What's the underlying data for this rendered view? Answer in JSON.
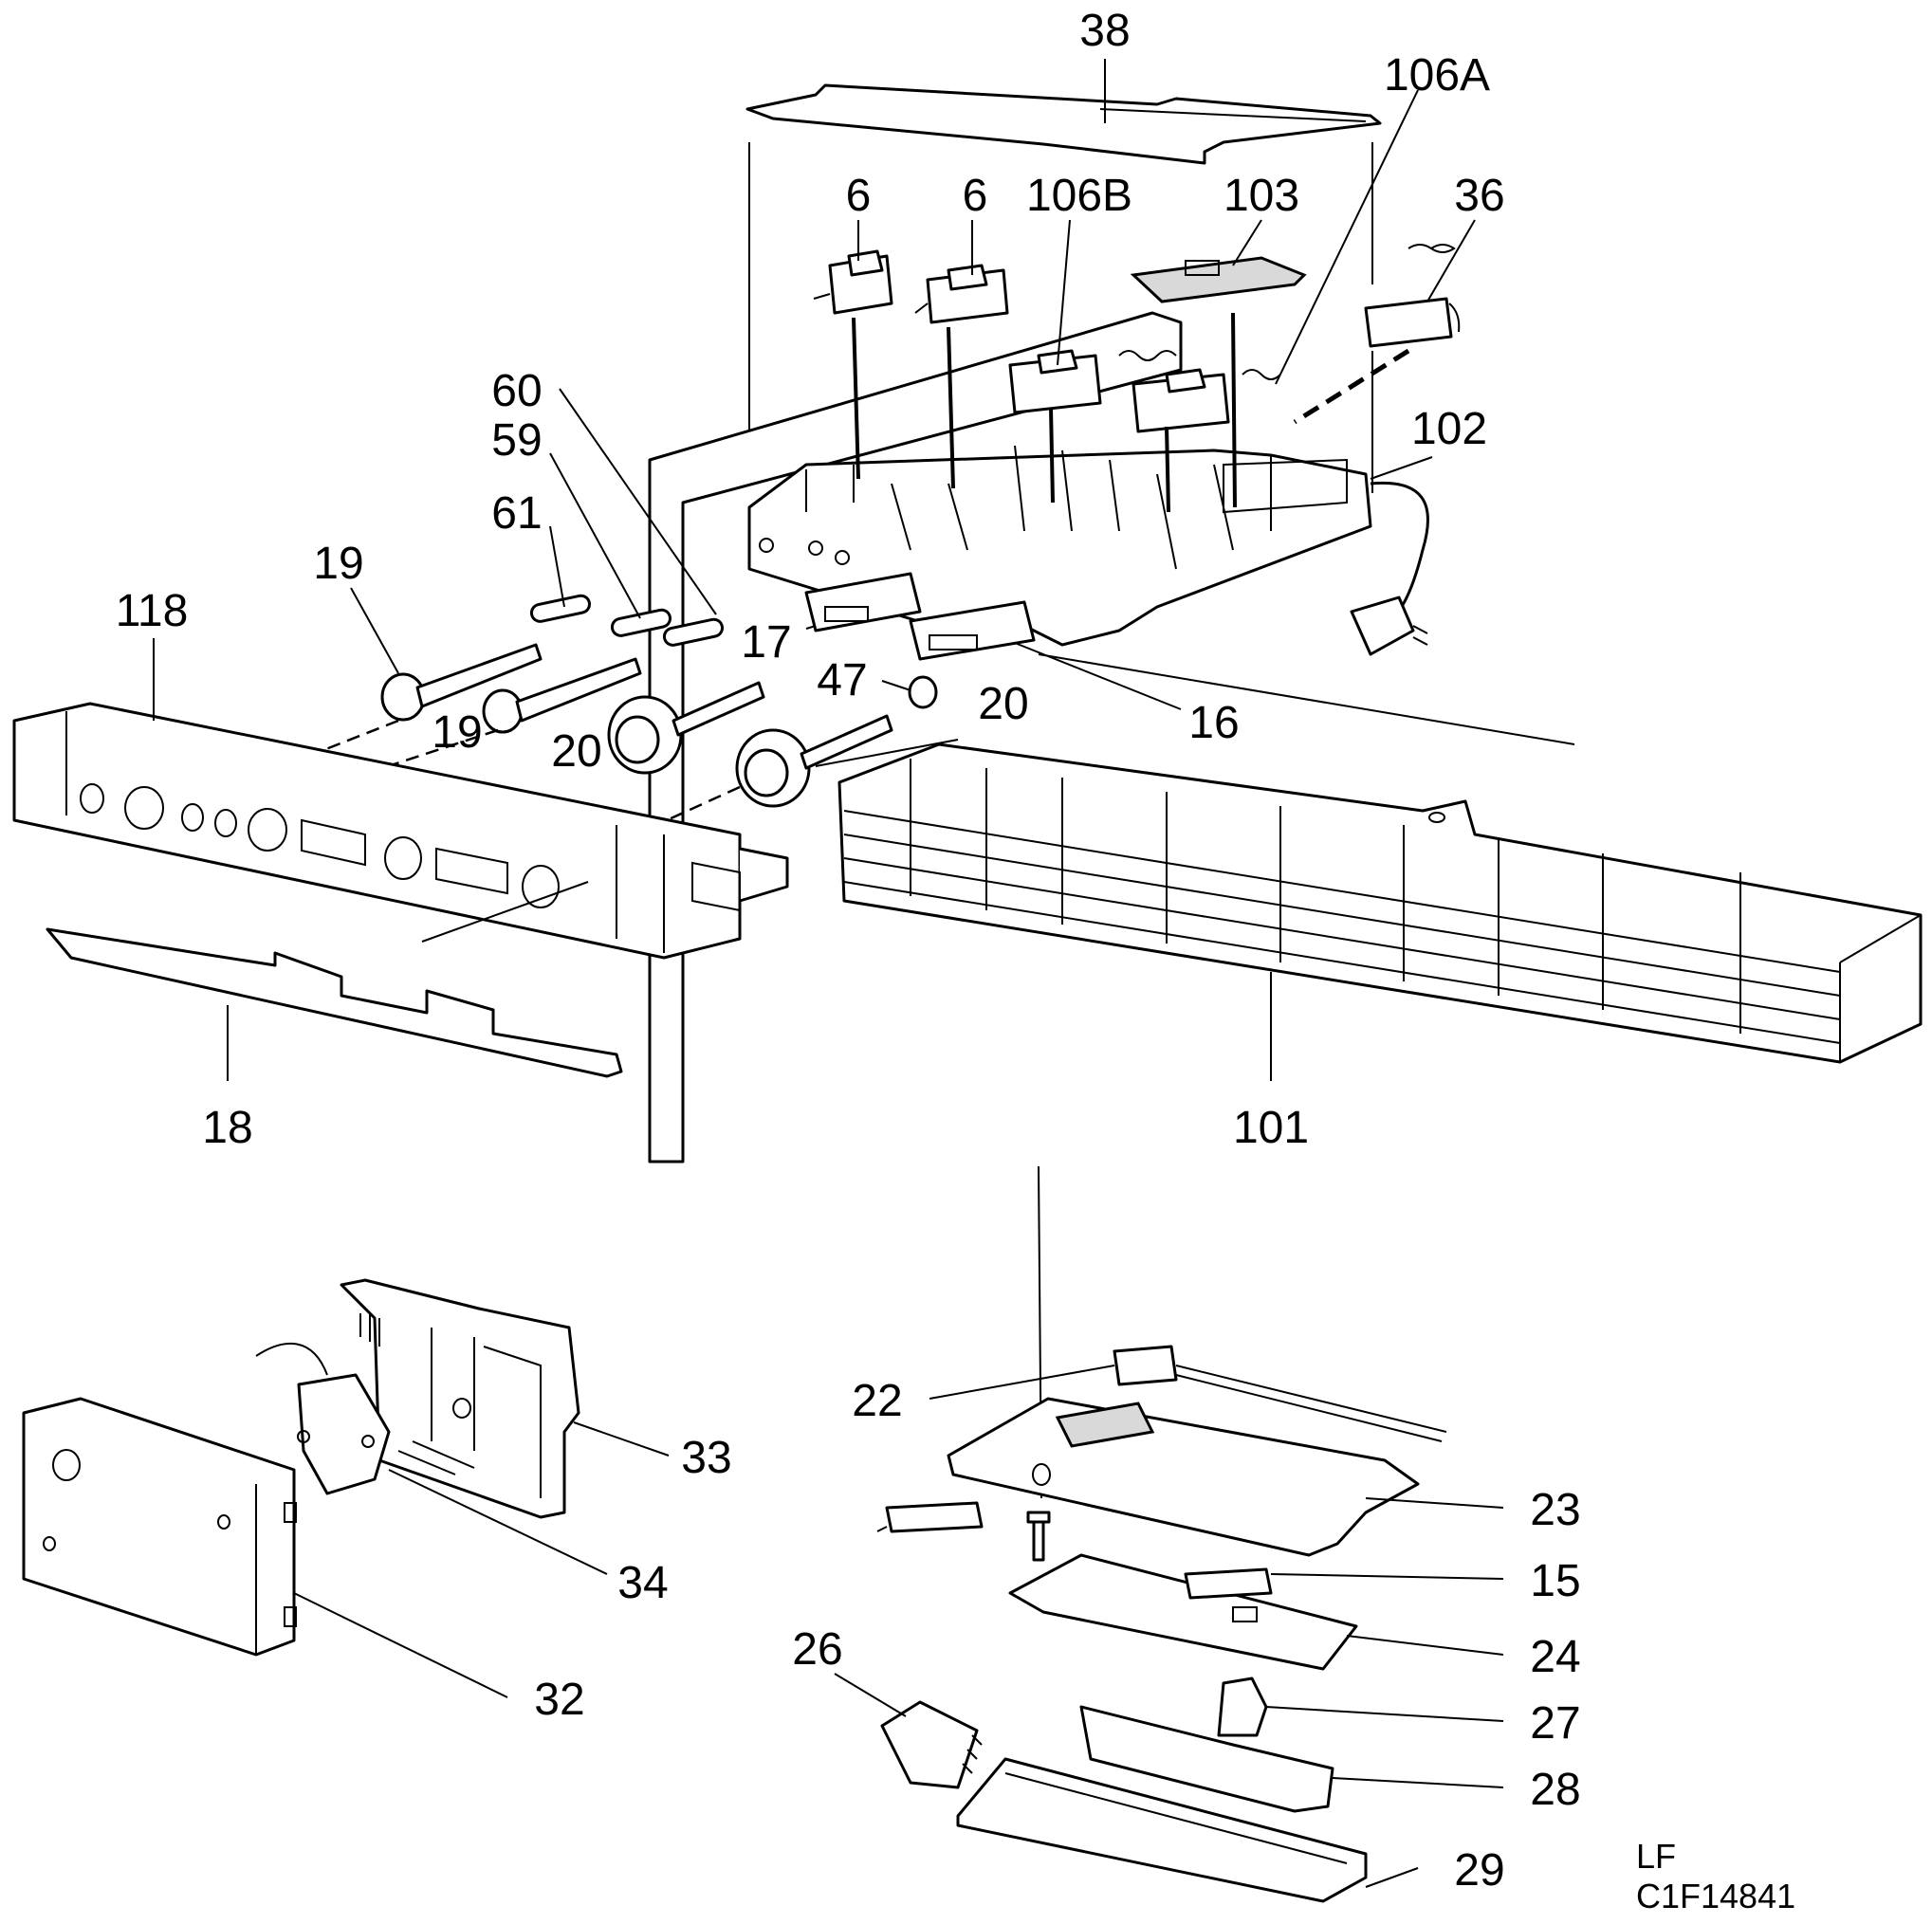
{
  "callouts": [
    {
      "id": "c38",
      "text": "38"
    },
    {
      "id": "c106A",
      "text": "106A"
    },
    {
      "id": "c6a",
      "text": "6"
    },
    {
      "id": "c6b",
      "text": "6"
    },
    {
      "id": "c106B",
      "text": "106B"
    },
    {
      "id": "c103",
      "text": "103"
    },
    {
      "id": "c36",
      "text": "36"
    },
    {
      "id": "c60",
      "text": "60"
    },
    {
      "id": "c59",
      "text": "59"
    },
    {
      "id": "c102",
      "text": "102"
    },
    {
      "id": "c61",
      "text": "61"
    },
    {
      "id": "c19a",
      "text": "19"
    },
    {
      "id": "c118",
      "text": "118"
    },
    {
      "id": "c17",
      "text": "17"
    },
    {
      "id": "c47",
      "text": "47"
    },
    {
      "id": "c20a",
      "text": "20"
    },
    {
      "id": "c19b",
      "text": "19"
    },
    {
      "id": "c20b",
      "text": "20"
    },
    {
      "id": "c16",
      "text": "16"
    },
    {
      "id": "c18",
      "text": "18"
    },
    {
      "id": "c101",
      "text": "101"
    },
    {
      "id": "c22",
      "text": "22"
    },
    {
      "id": "c33",
      "text": "33"
    },
    {
      "id": "c23",
      "text": "23"
    },
    {
      "id": "c34",
      "text": "34"
    },
    {
      "id": "c15",
      "text": "15"
    },
    {
      "id": "c24",
      "text": "24"
    },
    {
      "id": "c26",
      "text": "26"
    },
    {
      "id": "c32",
      "text": "32"
    },
    {
      "id": "c27",
      "text": "27"
    },
    {
      "id": "c28",
      "text": "28"
    },
    {
      "id": "c29",
      "text": "29"
    }
  ],
  "footer": {
    "line1": "LF",
    "line2": "C1F14841"
  }
}
